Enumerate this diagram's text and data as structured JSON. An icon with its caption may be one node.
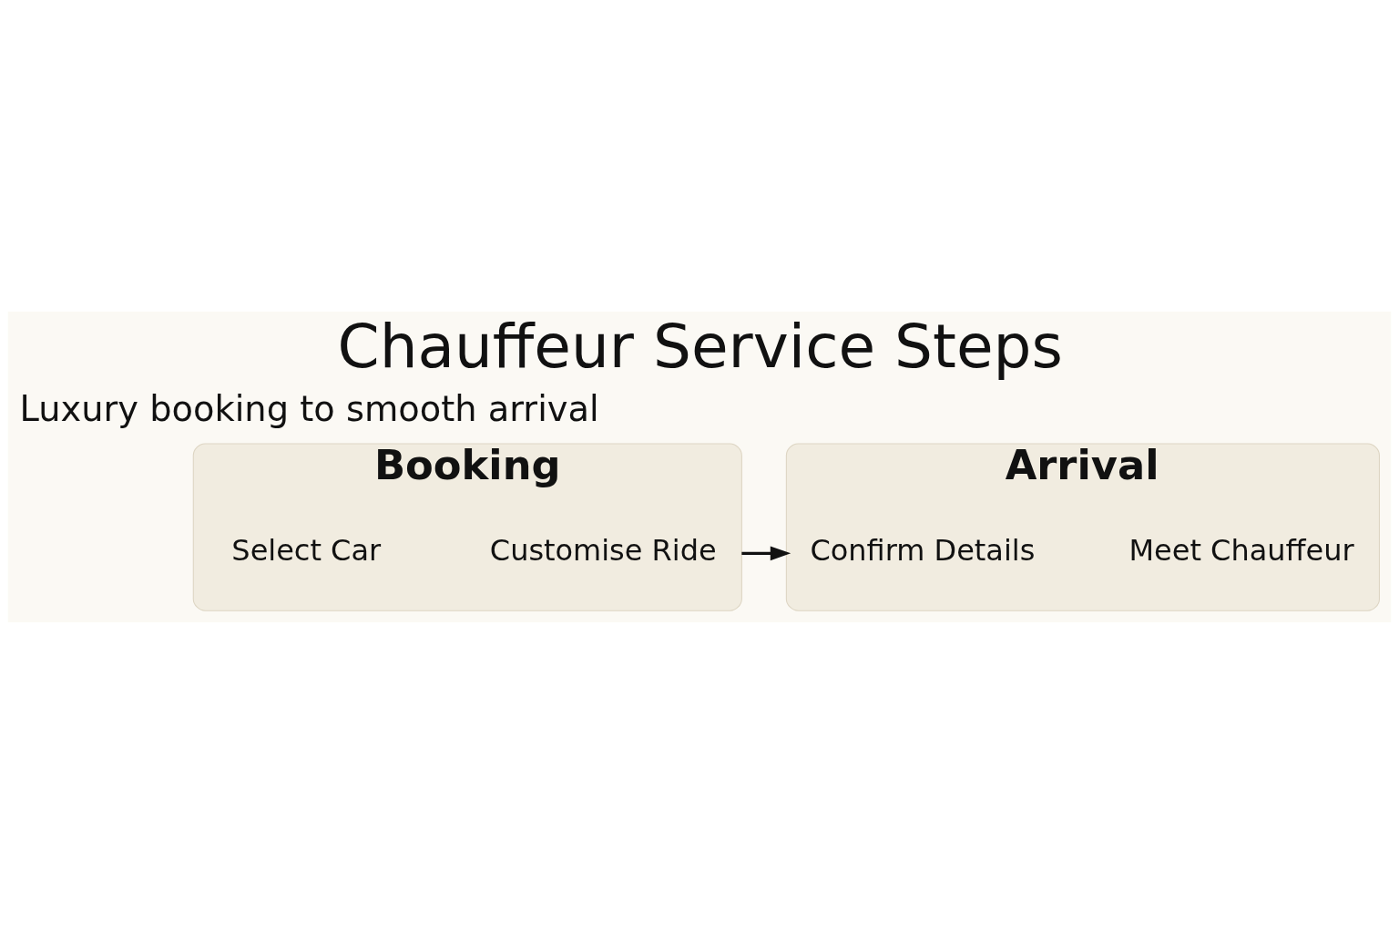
{
  "diagram": {
    "title": "Chauffeur Service Steps",
    "nodes": [
      {
        "text": [
          "Booking"
        ]
      },
      {
        "text": [
          "Select Car"
        ],
        "in": 0
      },
      {
        "text": [
          "Customise Ride"
        ],
        "in": 0
      },
      {
        "text": [
          "Arrival"
        ]
      },
      {
        "text": [
          "Confirm Details"
        ],
        "in": 3
      },
      {
        "text": [
          "Meet Chauffeur"
        ],
        "in": 3
      }
    ],
    "edges": [
      {
        "from": 0,
        "to": 3,
        "arrow": "to"
      }
    ],
    "labels": [
      "Luxury booking to smooth arrival"
    ]
  }
}
